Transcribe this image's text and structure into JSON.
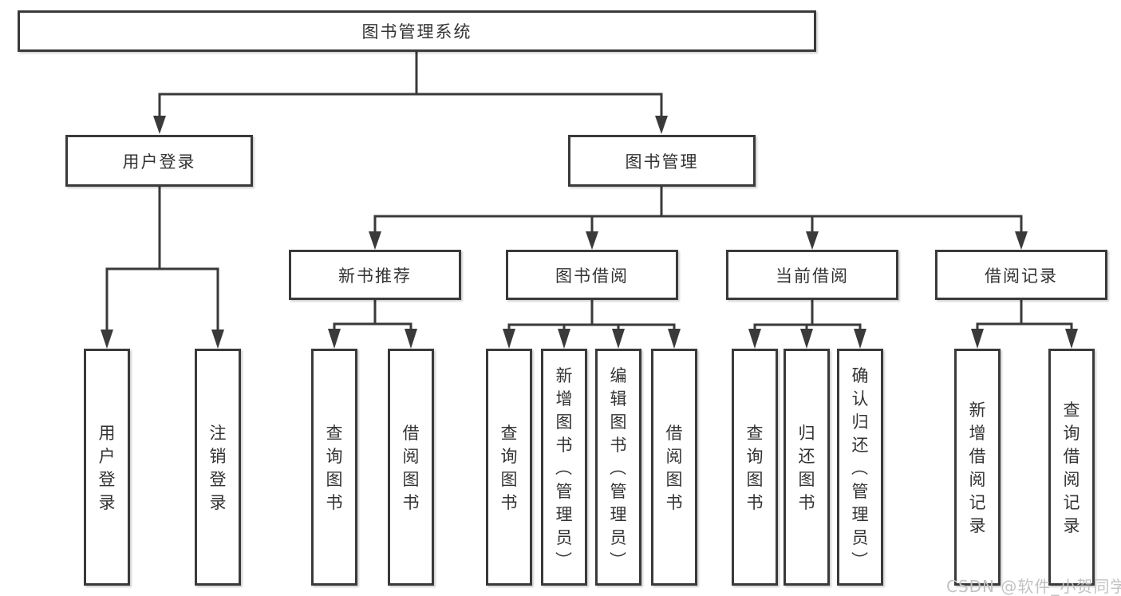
{
  "palette": {
    "line": "#3a3a3a",
    "text": "#333333",
    "background": "#ffffff",
    "watermark": "#c2c2c2"
  },
  "root": {
    "label": "图书管理系统"
  },
  "branches": [
    {
      "label": "用户登录",
      "children": [
        {
          "label": "用户登录"
        },
        {
          "label": "注销登录"
        }
      ]
    },
    {
      "label": "图书管理",
      "groups": [
        {
          "label": "新书推荐",
          "children": [
            {
              "label": "查询图书"
            },
            {
              "label": "借阅图书"
            }
          ]
        },
        {
          "label": "图书借阅",
          "children": [
            {
              "label": "查询图书"
            },
            {
              "label": "新增图书（管理员）"
            },
            {
              "label": "编辑图书（管理员）"
            },
            {
              "label": "借阅图书"
            }
          ]
        },
        {
          "label": "当前借阅",
          "children": [
            {
              "label": "查询图书"
            },
            {
              "label": "归还图书"
            },
            {
              "label": "确认归还（管理员）"
            }
          ]
        },
        {
          "label": "借阅记录",
          "children": [
            {
              "label": "新增借阅记录"
            },
            {
              "label": "查询借阅记录"
            }
          ]
        }
      ]
    }
  ],
  "watermark": "CSDN @软件_小贺同学"
}
